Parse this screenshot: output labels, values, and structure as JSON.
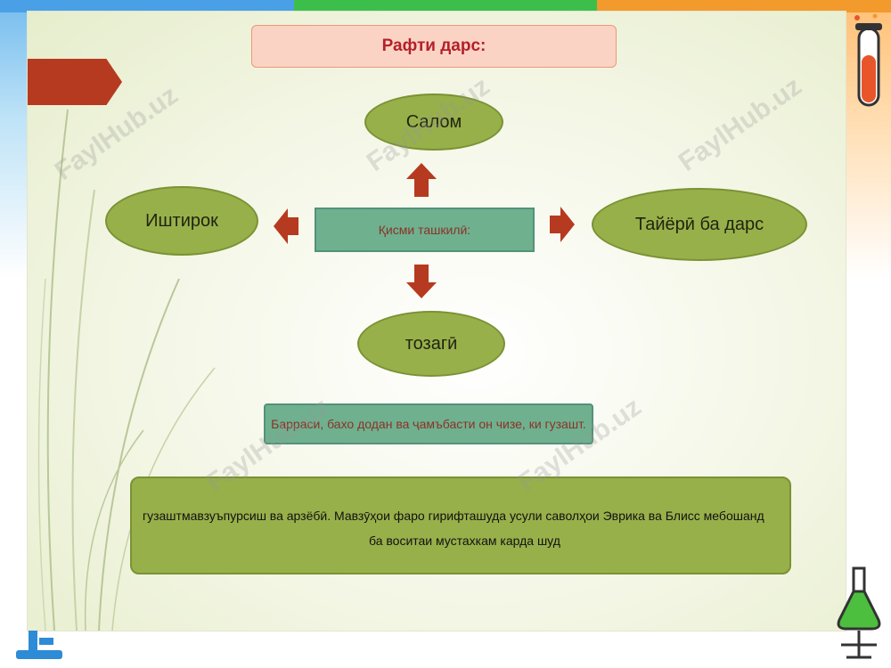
{
  "slide": {
    "title": "Рафти дарс:",
    "center_label": "Қисми ташкилӣ:",
    "nodes": {
      "top": "Салом",
      "left": "Иштирок",
      "right": "Тайёрӣ ба дарс",
      "bottom": "тозагӣ"
    },
    "info_text": "Барраси, бахо додан ва ҷамъбасти он чизе, ки гузашт.",
    "bottom_text_line1": "гузаштмавзуъпурсиш ва арзёбӣ. Мавзӯҳои фаро гирифташуда усули саволҳои Эврика ва Блисс мебошанд",
    "bottom_text_line2": "ба воситаи мустахкам карда шуд"
  },
  "watermark": "FaylHub.uz",
  "colors": {
    "ellipse_fill": "#98b04a",
    "box_fill": "#6fb08f",
    "arrow": "#b63a1f",
    "title_fill": "#fbd3c4",
    "title_text": "#b3202a"
  }
}
